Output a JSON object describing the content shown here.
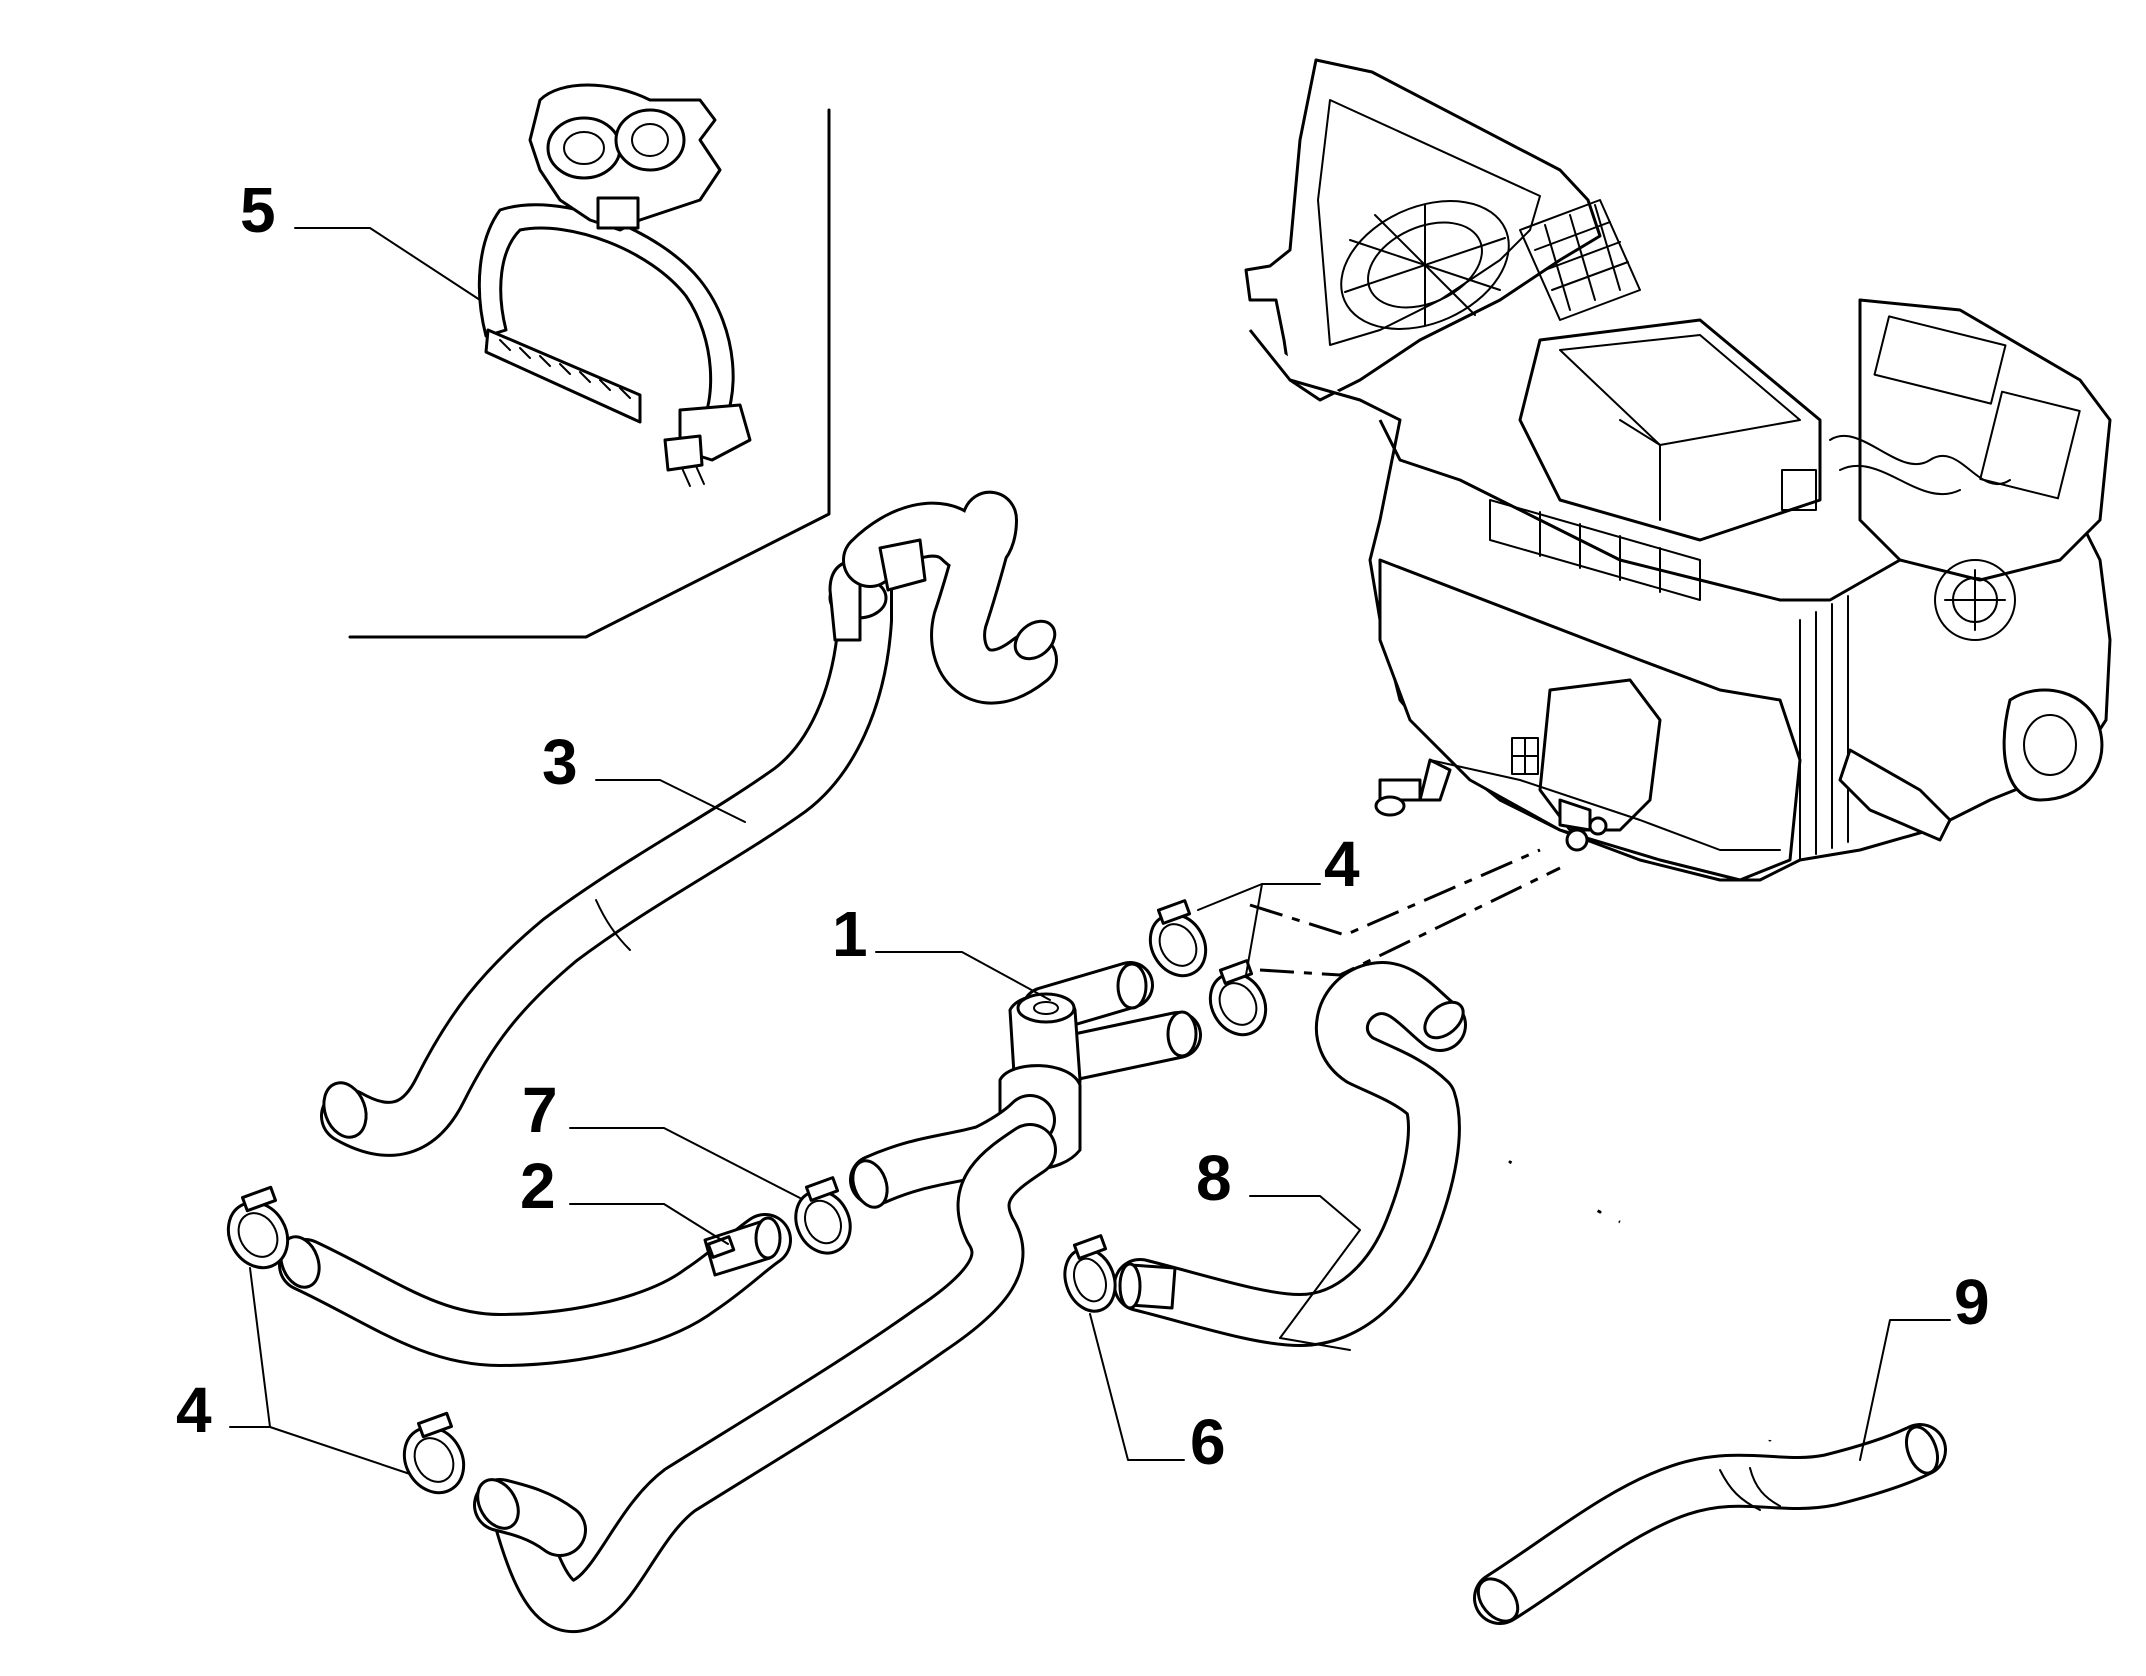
{
  "callouts": {
    "n1": "1",
    "n2": "2",
    "n3": "3",
    "n4_top": "4",
    "n4_left": "4",
    "n5": "5",
    "n6": "6",
    "n7": "7",
    "n8": "8",
    "n9": "9"
  }
}
